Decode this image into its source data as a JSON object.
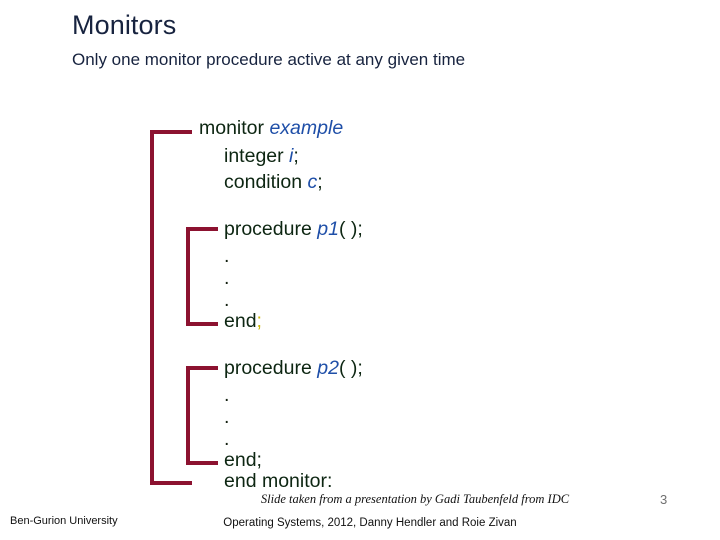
{
  "slide": {
    "title": "Monitors",
    "subtitle": "Only one monitor procedure active at any given time",
    "page_number": "3"
  },
  "colors": {
    "title": "#17233f",
    "keyword": "#0d2612",
    "identifier": "#1f4fa8",
    "bracket": "#8c1230",
    "semicolon_accent": "#c9b60a",
    "page_number": "#6f6f6f",
    "background": "#ffffff"
  },
  "code": {
    "monitor_keyword": "monitor",
    "monitor_name": "example",
    "decl_integer_keyword": "integer",
    "decl_integer_name": "i",
    "decl_integer_semi": ";",
    "decl_condition_keyword": "condition",
    "decl_condition_name": "c",
    "decl_condition_semi": ";",
    "proc1_keyword": "procedure",
    "proc1_name": "p1",
    "proc1_args": "( );",
    "proc1_dots": [
      ".",
      ".",
      "."
    ],
    "proc1_end": "end",
    "proc1_end_semi": ";",
    "proc2_keyword": "procedure",
    "proc2_name": "p2",
    "proc2_args": "( );",
    "proc2_dots": [
      ".",
      ".",
      "."
    ],
    "proc2_end": "end",
    "proc2_end_semi": ";",
    "end_monitor": "end monitor:"
  },
  "footer": {
    "credit": "Slide taken from a presentation by Gadi Taubenfeld from IDC",
    "university": "Ben-Gurion University",
    "course": "Operating Systems, 2012, Danny Hendler and Roie Zivan"
  }
}
